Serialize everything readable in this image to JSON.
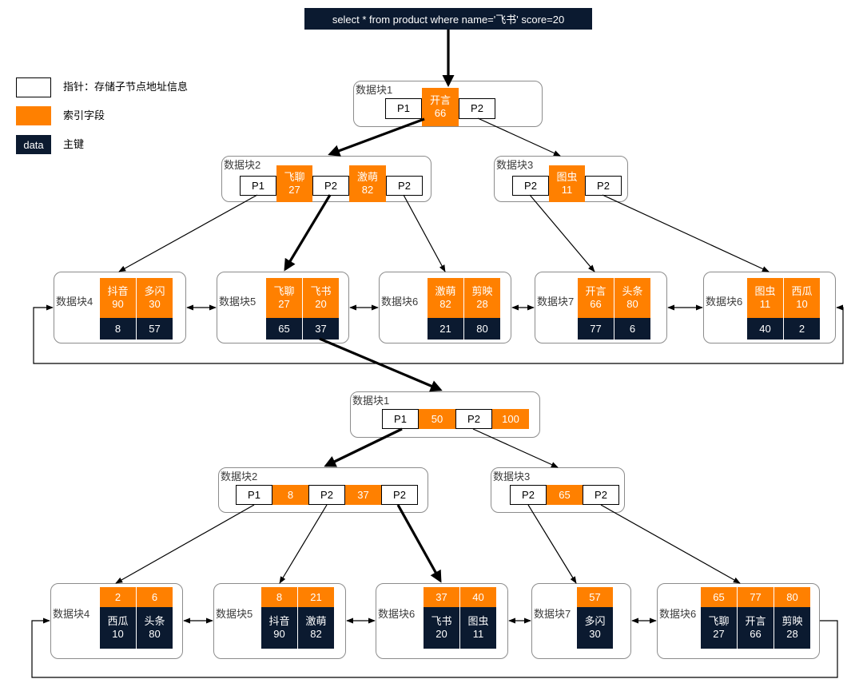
{
  "query": "select * from product where name='飞书' score=20",
  "colors": {
    "index_field": "#ff8000",
    "primary_key": "#0b1a30",
    "pointer": "#ffffff",
    "block_border": "#8c8c8c"
  },
  "legend": {
    "pointer": {
      "label": "指针：存储子节点地址信息"
    },
    "index_field": {
      "label": "索引字段"
    },
    "primary_key": {
      "swatch_text": "data",
      "label": "主键"
    }
  },
  "upper_tree": {
    "root": {
      "title": "数据块1",
      "pointers": [
        "P1",
        "P2"
      ],
      "keys": [
        {
          "name": "开言",
          "score": "66"
        }
      ]
    },
    "internal": [
      {
        "title": "数据块2",
        "pointers": [
          "P1",
          "P2",
          "P2"
        ],
        "keys": [
          {
            "name": "飞聊",
            "score": "27"
          },
          {
            "name": "激萌",
            "score": "82"
          }
        ]
      },
      {
        "title": "数据块3",
        "pointers": [
          "P2",
          "P2"
        ],
        "keys": [
          {
            "name": "图虫",
            "score": "11"
          }
        ]
      }
    ],
    "leaves": [
      {
        "title": "数据块4",
        "entries": [
          {
            "name": "抖音",
            "score": "90",
            "id": "8"
          },
          {
            "name": "多闪",
            "score": "30",
            "id": "57"
          }
        ]
      },
      {
        "title": "数据块5",
        "entries": [
          {
            "name": "飞聊",
            "score": "27",
            "id": "65"
          },
          {
            "name": "飞书",
            "score": "20",
            "id": "37"
          }
        ]
      },
      {
        "title": "数据块6",
        "entries": [
          {
            "name": "激萌",
            "score": "82",
            "id": "21"
          },
          {
            "name": "剪映",
            "score": "28",
            "id": "80"
          }
        ]
      },
      {
        "title": "数据块7",
        "entries": [
          {
            "name": "开言",
            "score": "66",
            "id": "77"
          },
          {
            "name": "头条",
            "score": "80",
            "id": "6"
          }
        ]
      },
      {
        "title": "数据块6",
        "entries": [
          {
            "name": "图虫",
            "score": "11",
            "id": "40"
          },
          {
            "name": "西瓜",
            "score": "10",
            "id": "2"
          }
        ]
      }
    ]
  },
  "lower_tree": {
    "root": {
      "title": "数据块1",
      "pointers": [
        "P1",
        "P2"
      ],
      "keys": [
        "50",
        "100"
      ]
    },
    "internal": [
      {
        "title": "数据块2",
        "pointers": [
          "P1",
          "P2",
          "P2"
        ],
        "keys": [
          "8",
          "37"
        ]
      },
      {
        "title": "数据块3",
        "pointers": [
          "P2",
          "P2"
        ],
        "keys": [
          "65"
        ]
      }
    ],
    "leaves": [
      {
        "title": "数据块4",
        "entries": [
          {
            "id": "2",
            "name": "西瓜",
            "score": "10"
          },
          {
            "id": "6",
            "name": "头条",
            "score": "80"
          }
        ]
      },
      {
        "title": "数据块5",
        "entries": [
          {
            "id": "8",
            "name": "抖音",
            "score": "90"
          },
          {
            "id": "21",
            "name": "激萌",
            "score": "82"
          }
        ]
      },
      {
        "title": "数据块6",
        "entries": [
          {
            "id": "37",
            "name": "飞书",
            "score": "20"
          },
          {
            "id": "40",
            "name": "图虫",
            "score": "11"
          }
        ]
      },
      {
        "title": "数据块7",
        "entries": [
          {
            "id": "57",
            "name": "多闪",
            "score": "30"
          }
        ]
      },
      {
        "title": "数据块6",
        "entries": [
          {
            "id": "65",
            "name": "飞聊",
            "score": "27"
          },
          {
            "id": "77",
            "name": "开言",
            "score": "66"
          },
          {
            "id": "80",
            "name": "剪映",
            "score": "28"
          }
        ]
      }
    ]
  }
}
